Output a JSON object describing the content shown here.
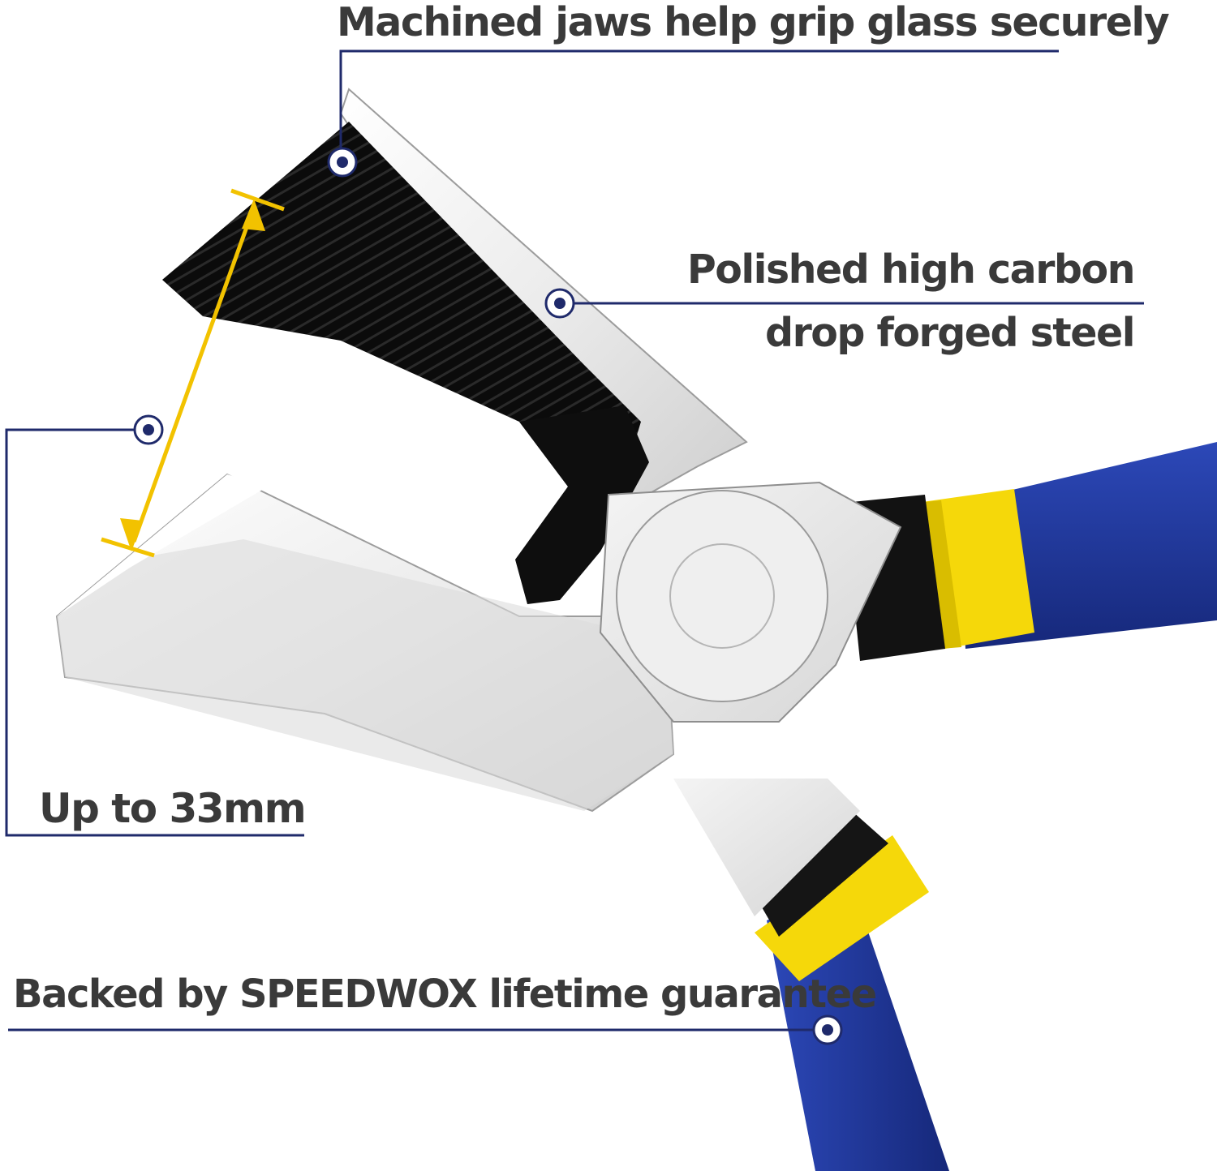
{
  "callouts": {
    "jaws": "Machined jaws help grip glass securely",
    "steel_line1": "Polished high carbon",
    "steel_line2": "drop forged steel",
    "opening": "Up to 33mm",
    "guarantee": "Backed by SPEEDWOX lifetime guarantee"
  },
  "colors": {
    "callout_line": "#1f2a6b",
    "measure_arrow": "#f2c200",
    "handle_grip": "#1f3aa0",
    "handle_collar": "#f5d80a",
    "steel": "#e9e9e9",
    "jaw_coating": "#0c0c0c",
    "text": "#3a3a3a"
  },
  "product": {
    "name": "glass breaking pliers",
    "jaw_opening_mm": 33
  }
}
